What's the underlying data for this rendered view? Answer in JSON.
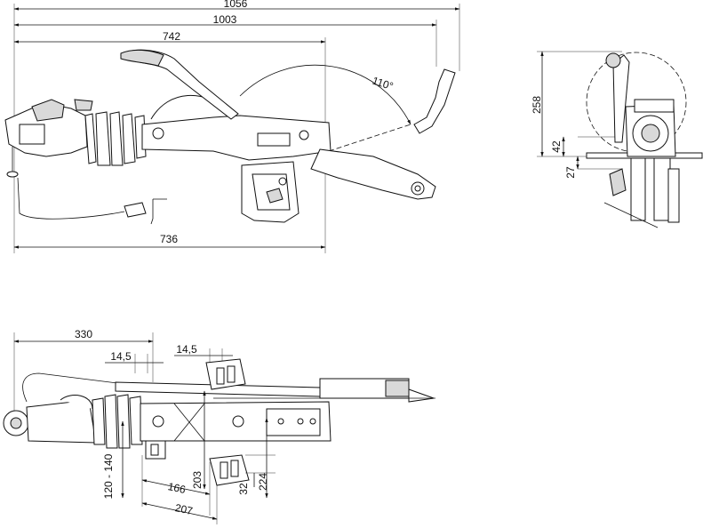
{
  "dimensions": {
    "overall_length": "1056",
    "length_to_axis": "1003",
    "length_to_flange": "742",
    "lever_angle": "110°",
    "cable_length": "736",
    "height": "258",
    "coupling_height": "42",
    "offset_height": "27",
    "top_length": "330",
    "bolt_width_left": "14,5",
    "bolt_width_right": "14,5",
    "bolt_spacing_range": "120 - 140",
    "hole_distance": "166",
    "flange_distance": "207",
    "lower_width": "203",
    "slot_height": "32",
    "slot_offset": "224"
  }
}
